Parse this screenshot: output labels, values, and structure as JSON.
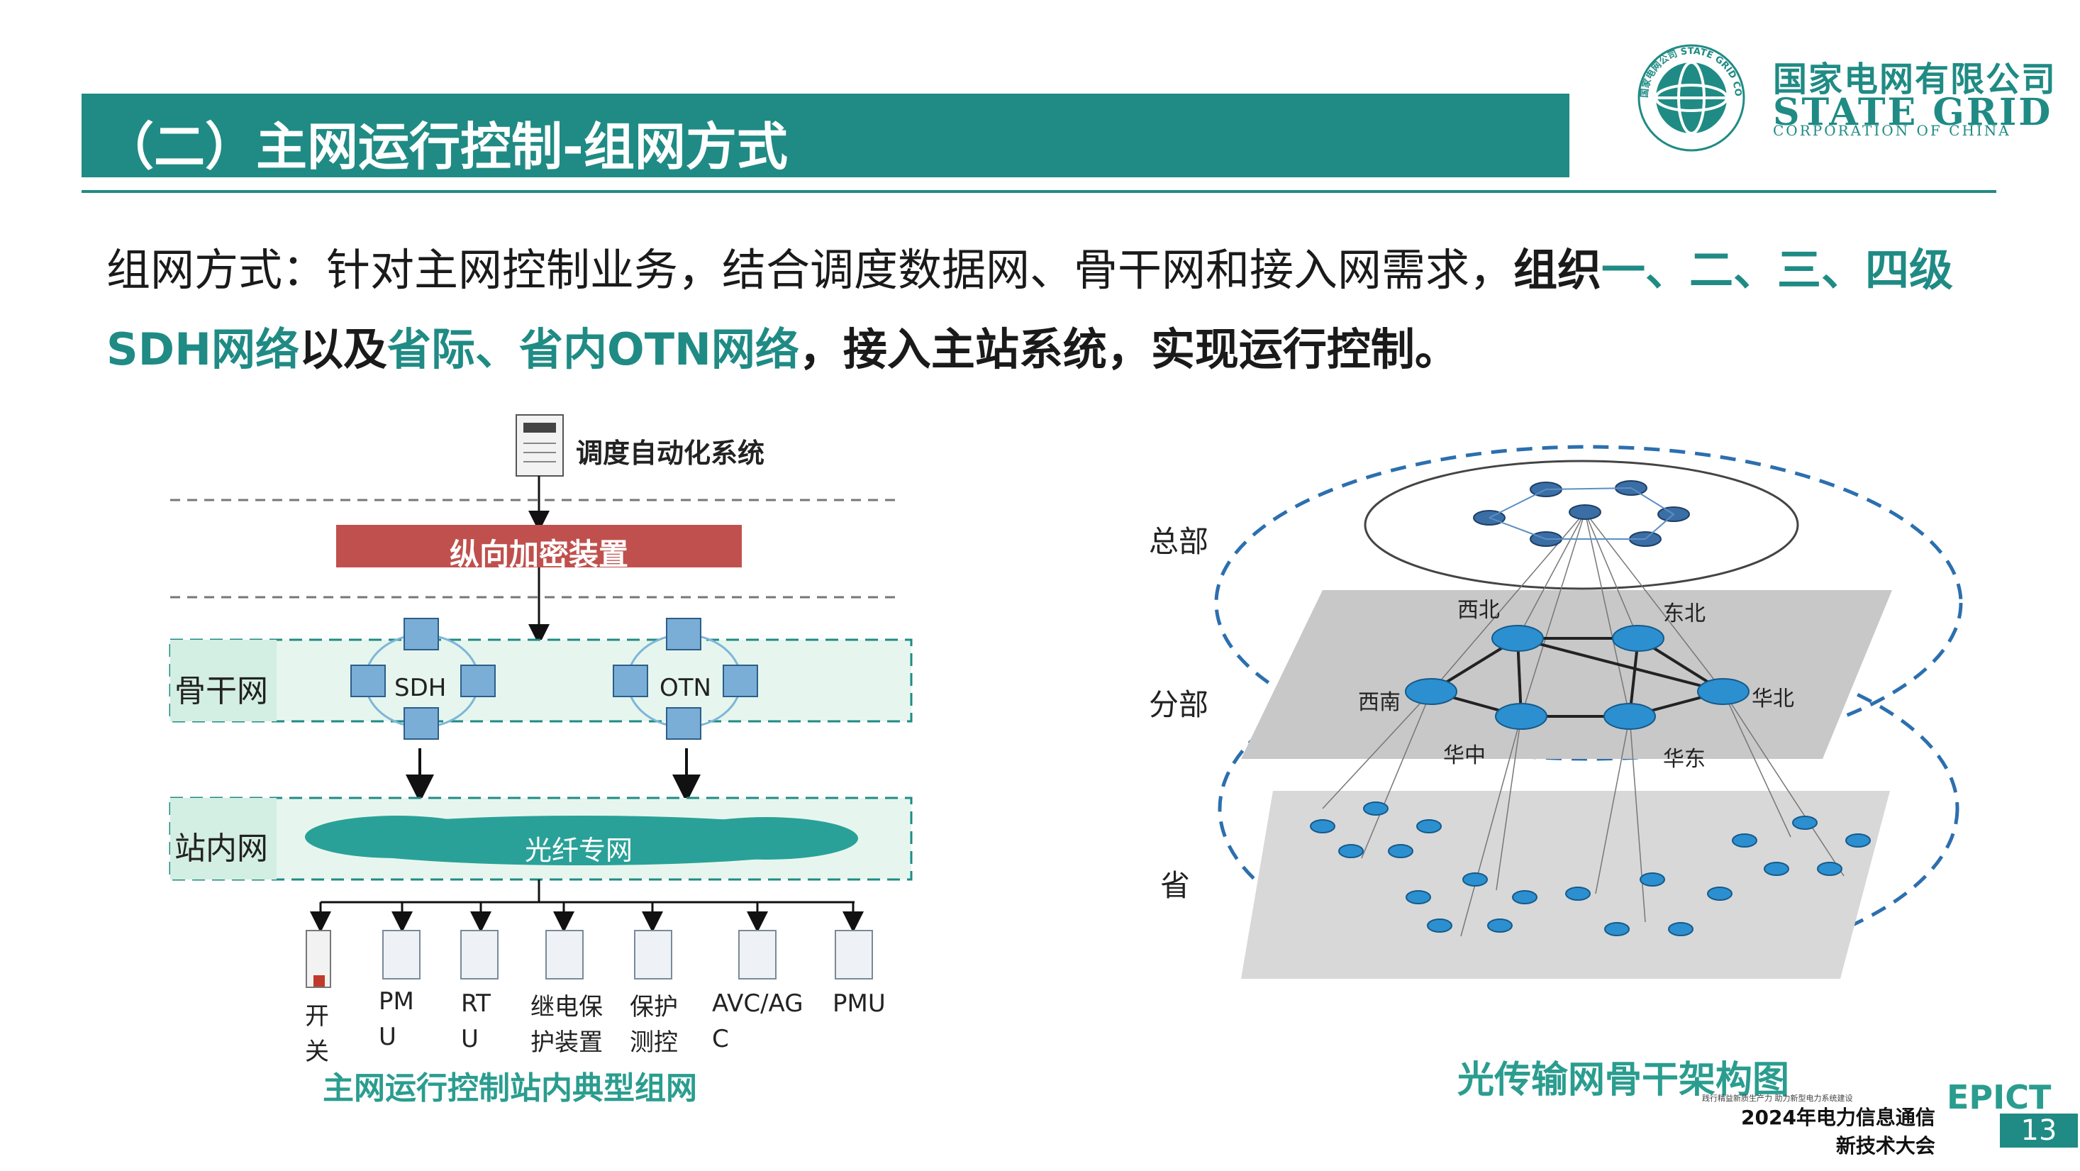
{
  "header": {
    "title": "（二）主网运行控制-组网方式",
    "logo_cn": "国家电网有限公司",
    "logo_en": "STATE GRID",
    "logo_sub": "CORPORATION OF CHINA",
    "seal_text": "国家电网公司 STATE GRID CORPORATION OF CHINA"
  },
  "intro": {
    "p1": "组网方式：针对主网控制业务，结合调度数据网、骨干网和接入网需求，",
    "p2": "组织",
    "p3": "一、二、三、四级SDH网络",
    "p4": "以及",
    "p5": "省际、省内OTN网络",
    "p6": "，接入主站系统，实现运行控制。"
  },
  "left_diagram": {
    "top_system": "调度自动化系统",
    "encrypt": "纵向加密装置",
    "backbone": "骨干网",
    "sdh": "SDH",
    "otn": "OTN",
    "station_net": "站内网",
    "fiber": "光纤专网",
    "devices": [
      {
        "line1": "开",
        "line2": "关"
      },
      {
        "line1": "PM",
        "line2": "U"
      },
      {
        "line1": "RT",
        "line2": "U"
      },
      {
        "line1": "继电保",
        "line2": "护装置"
      },
      {
        "line1": "保护",
        "line2": "测控"
      },
      {
        "line1": "AVC/AG",
        "line2": "C"
      },
      {
        "line1": "PMU",
        "line2": ""
      }
    ],
    "caption": "主网运行控制站内典型组网"
  },
  "right_diagram": {
    "level_hq": "总部",
    "level_branch": "分部",
    "level_prov": "省",
    "regions": [
      "西北",
      "东北",
      "西南",
      "华北",
      "华中",
      "华东"
    ],
    "caption": "光传输网骨干架构图"
  },
  "footer": {
    "small_text": "践行精益新质生产力 助力新型电力系统建设",
    "event_line1": "2024年电力信息通信",
    "event_line2": "新技术大会",
    "brand": "EPICT",
    "page": "13"
  },
  "colors": {
    "accent": "#1f8b84",
    "encrypt_red": "#c0504d",
    "router_blue": "#2c7fb8",
    "light_green": "#e6f6ee"
  }
}
